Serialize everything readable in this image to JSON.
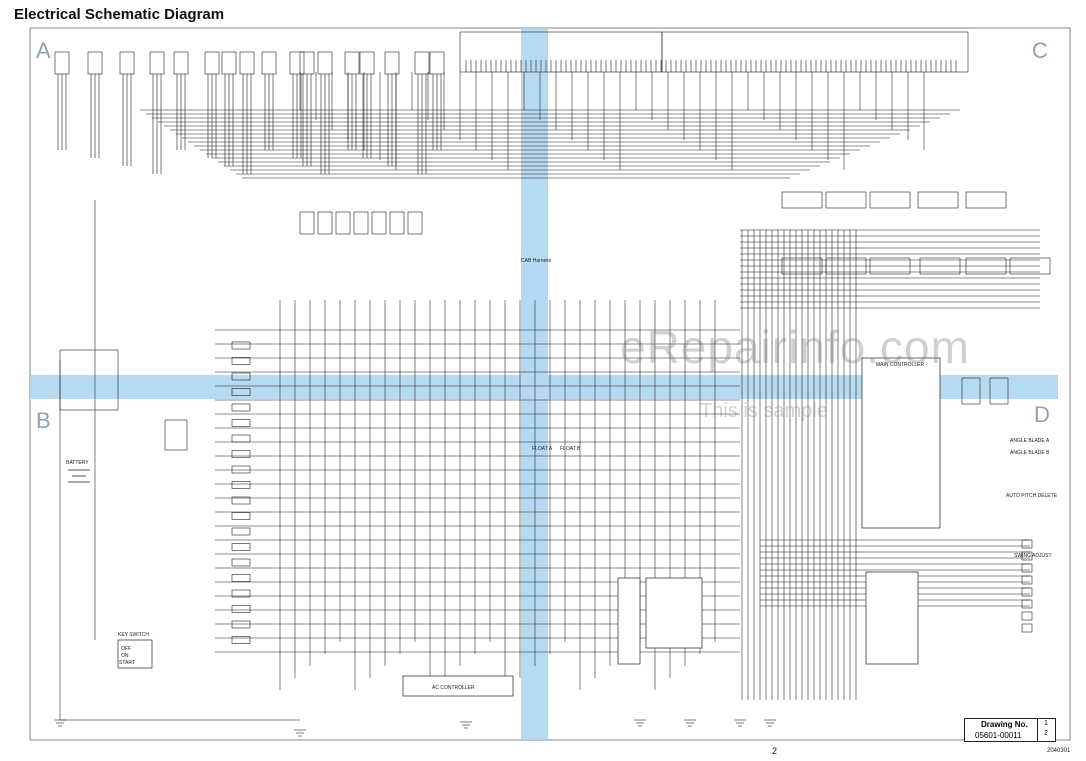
{
  "title": "Electrical Schematic Diagram",
  "zones": [
    "A",
    "B",
    "C",
    "D"
  ],
  "watermark": "eRepairinfo.com",
  "watermark_sub": "This is sample",
  "labels": {
    "key_switch": "KEY SWITCH",
    "key_positions": [
      "OFF",
      "ON",
      "START"
    ],
    "battery": "BATTERY",
    "ac_controller": "AC CONTROLLER",
    "cab_harness": "CAB Harness",
    "main_controller": "MAIN CONTROLLER",
    "float_a": "FLOAT A",
    "float_b": "FLOAT B",
    "angle_blade_a": "ANGLE BLADE A",
    "angle_blade_b": "ANGLE BLADE B",
    "auto_pitch": "AUTO PITCH DELETE",
    "swing_adjust": "SWING ADJUST"
  },
  "title_block": {
    "label": "Drawing No.",
    "number": "05601-00011",
    "sheet": "1",
    "sheet_total": "2"
  },
  "page_number": "2",
  "doc_ref": "2040301",
  "colors": {
    "wire": "#1a1a1a",
    "highlight": "#a9d3f0",
    "component": "#2b2b2b"
  }
}
